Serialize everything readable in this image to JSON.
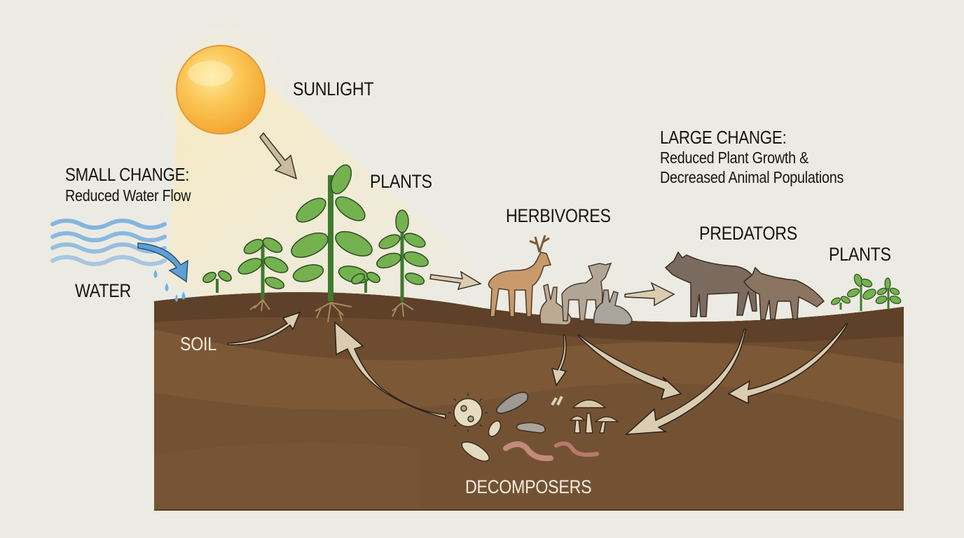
{
  "diagram": {
    "type": "ecosystem food web / nutrient cycle",
    "colors": {
      "background": "#ecebe3",
      "soil_top": "#5e4128",
      "soil_mid": "#6e4c2f",
      "soil_band": "#7d5836",
      "soil_bottom": "#735234",
      "plant_green": "#74b14f",
      "arrow_fill": "#d9ccb1",
      "sun": "#f7b93c",
      "water": "#6aa7d8"
    },
    "labels": {
      "sunlight": "SUNLIGHT",
      "plants_main": "PLANTS",
      "herbivores": "HERBIVORES",
      "predators": "PREDATORS",
      "plants_right": "PLANTS",
      "water": "WATER",
      "soil": "SOIL",
      "decomposers": "DECOMPOSERS"
    },
    "small_change": {
      "title": "SMALL CHANGE:",
      "description": "Reduced Water Flow"
    },
    "large_change": {
      "title": "LARGE CHANGE:",
      "line1": "Reduced Plant Growth &",
      "line2": "Decreased Animal Populations"
    },
    "nodes": [
      {
        "id": "sun",
        "icon": "sun-icon"
      },
      {
        "id": "water",
        "icon": "water-waves-icon"
      },
      {
        "id": "plants",
        "icon": "plant-icon"
      },
      {
        "id": "herbivores",
        "icon": "deer-rabbit-icon"
      },
      {
        "id": "predators",
        "icon": "wolf-fox-icon"
      },
      {
        "id": "decomposers",
        "icon": "microbe-worm-mushroom-icon"
      }
    ],
    "flows": [
      {
        "from": "sunlight",
        "to": "plants"
      },
      {
        "from": "water",
        "to": "soil"
      },
      {
        "from": "soil",
        "to": "plants"
      },
      {
        "from": "plants",
        "to": "herbivores"
      },
      {
        "from": "herbivores",
        "to": "predators"
      },
      {
        "from": "herbivores",
        "to": "decomposers"
      },
      {
        "from": "predators",
        "to": "decomposers"
      },
      {
        "from": "plants_right",
        "to": "decomposers"
      },
      {
        "from": "decomposers",
        "to": "plants"
      }
    ]
  }
}
